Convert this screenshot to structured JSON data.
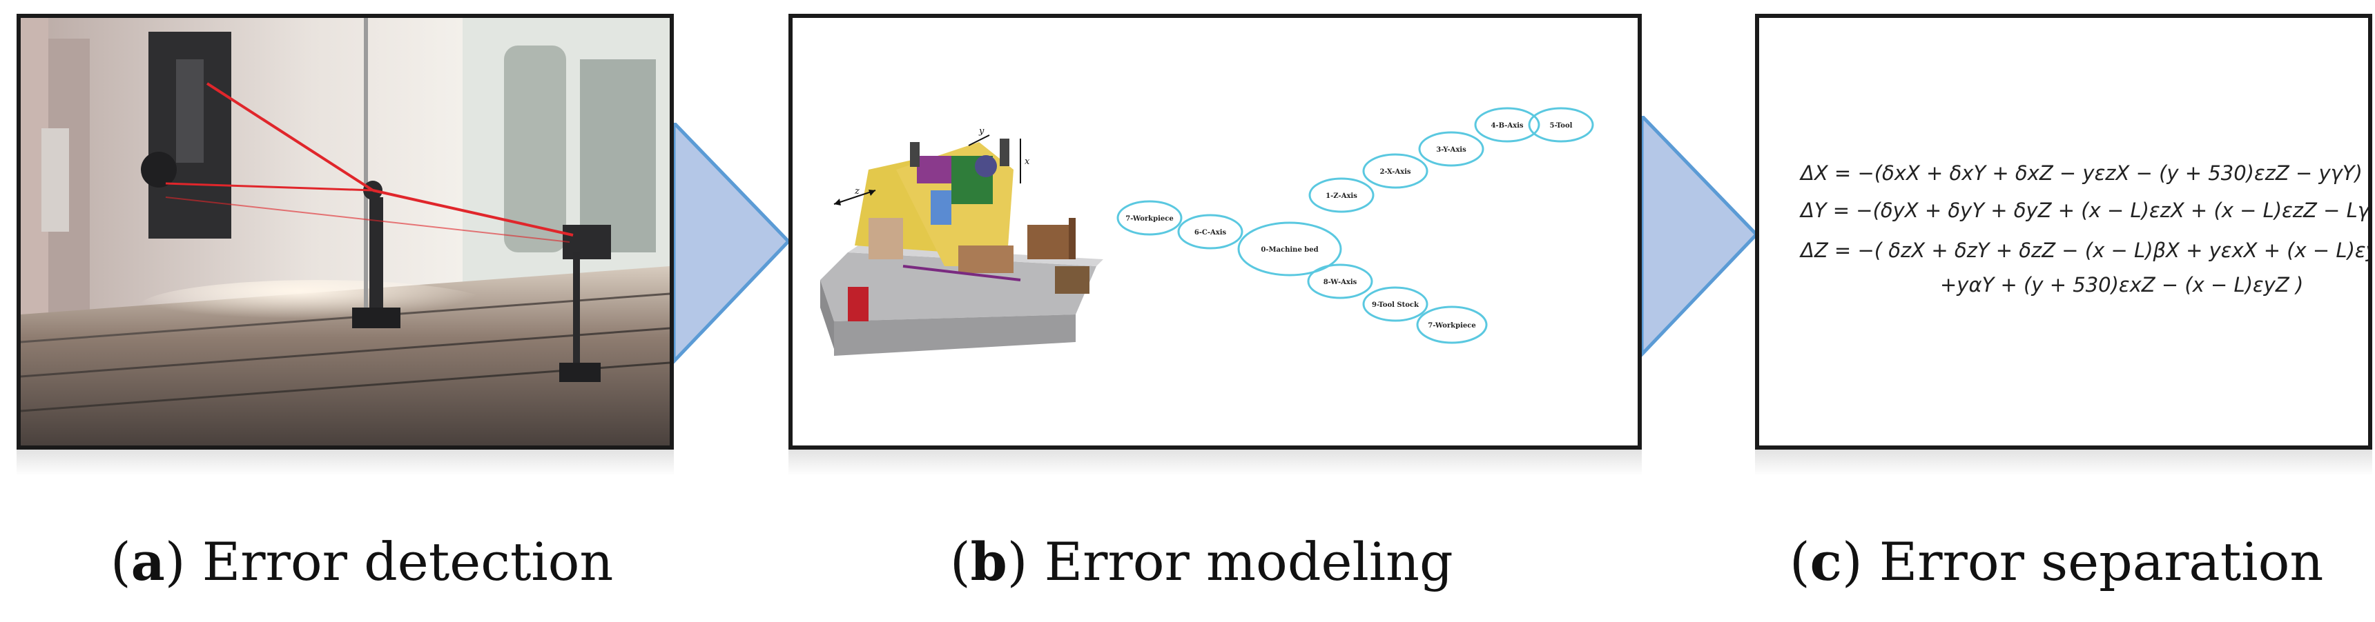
{
  "panels": {
    "a": {
      "caption_letter": "a",
      "caption_text": " Error detection"
    },
    "b": {
      "caption_letter": "b",
      "caption_text": " Error modeling",
      "machine_axes": {
        "z": "z",
        "y": "y",
        "x": "x"
      },
      "nodes": [
        "7-Workpiece",
        "6-C-Axis",
        "0-Machine bed",
        "1-Z-Axis",
        "2-X-Axis",
        "3-Y-Axis",
        "4-B-Axis",
        "5-Tool",
        "8-W-Axis",
        "9-Tool Stock",
        "7-Workpiece"
      ]
    },
    "c": {
      "caption_letter": "c",
      "caption_text": " Error separation",
      "equations": {
        "dx": "ΔX = −(δxX + δxY + δxZ − yεzX − (y + 530)εzZ − yγY)",
        "dy": "ΔY = −(δyX + δyY + δyZ + (x − L)εzX + (x − L)εzZ − LγY)",
        "dz_line1": "ΔZ = −( δzX + δzY + δzZ − (x − L)βX + yεxX + (x − L)εyX",
        "dz_line2": "+yαY + (y + 530)εxZ − (x − L)εyZ )"
      }
    }
  },
  "colors": {
    "arrow_fill": "#b4c7e7",
    "arrow_stroke": "#5b9bd5",
    "node_stroke": "#5ac8e0",
    "frame": "#1a1a1a"
  }
}
